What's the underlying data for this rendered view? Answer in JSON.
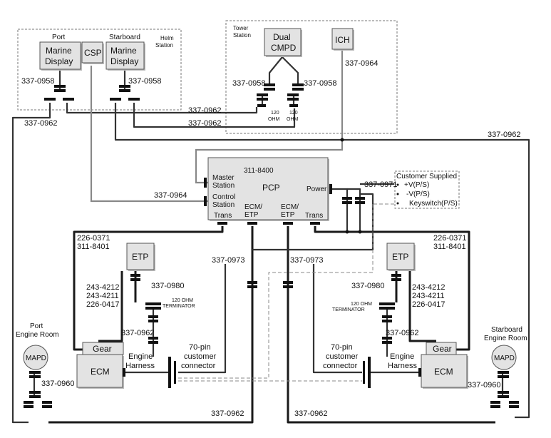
{
  "stations": {
    "helm": "Helm\nStation",
    "tower": "Tower\nStation",
    "port_header": "Port",
    "starboard_header": "Starboard"
  },
  "devices": {
    "port_display": [
      "Marine",
      "Display"
    ],
    "csp": "CSP",
    "stbd_display": [
      "Marine",
      "Display"
    ],
    "dual_cmpd": [
      "Dual",
      "CMPD"
    ],
    "ich": "ICH",
    "pcp": "PCP",
    "pcp_part": "311-8400",
    "etp_left": "ETP",
    "etp_right": "ETP",
    "gear_left": "Gear",
    "gear_right": "Gear",
    "ecm_left": "ECM",
    "ecm_right": "ECM",
    "mapd_left": "MAPD",
    "mapd_right": "MAPD"
  },
  "pcp_ports": {
    "master": [
      "Master",
      "Station"
    ],
    "control": [
      "Control",
      "Station"
    ],
    "trans_left": "Trans",
    "ecm_etp_left": [
      "ECM/",
      "ETP"
    ],
    "ecm_etp_right": [
      "ECM/",
      "ETP"
    ],
    "trans_right": "Trans",
    "power": "Power"
  },
  "customer_supplied": {
    "title": "Customer Supplied",
    "items": [
      "+V(P/S)",
      "-V(P/S)",
      "Keyswitch(P/S)"
    ]
  },
  "rooms": {
    "port": [
      "Port",
      "Engine Room"
    ],
    "starboard": [
      "Starboard",
      "Engine Room"
    ]
  },
  "harness": {
    "engine_harness": [
      "Engine",
      "Harness"
    ],
    "connector_70pin": [
      "70-pin",
      "customer",
      "connector"
    ],
    "terminator": [
      "120 OHM",
      "TERMINATOR"
    ],
    "ohm_120": [
      "120",
      "OHM"
    ]
  },
  "part_numbers": {
    "cable_0958": "337-0958",
    "cable_0962": "337-0962",
    "cable_0964": "337-0964",
    "cable_0971": "337-0971",
    "cable_0973": "337-0973",
    "cable_0980": "337-0980",
    "cable_0960": "337-0960",
    "trans_harness": [
      "226-0371",
      "311-8401"
    ],
    "gear_harness": [
      "243-4212",
      "243-4211",
      "226-0417"
    ]
  }
}
